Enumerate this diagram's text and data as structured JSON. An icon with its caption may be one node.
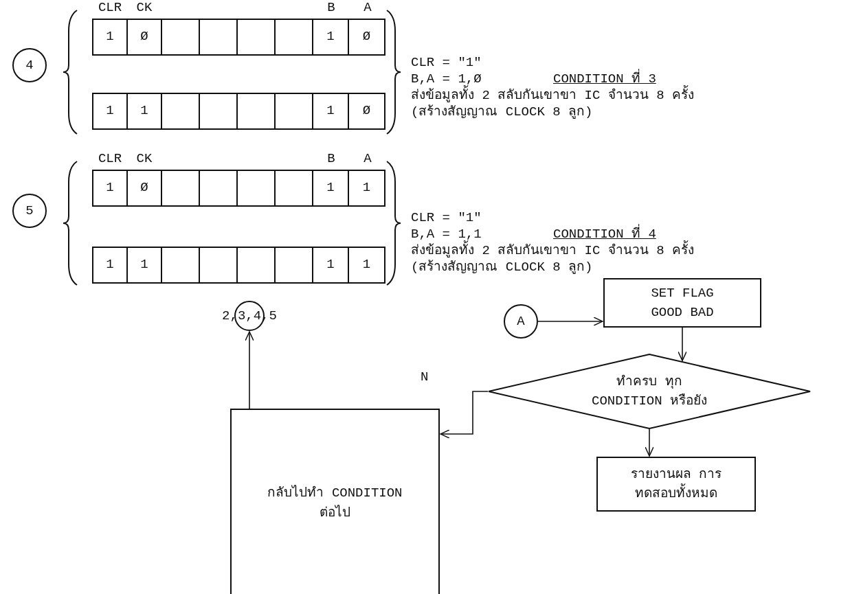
{
  "diagram": {
    "nodes": [
      {
        "text": [
          "4"
        ]
      },
      {
        "text": [
          "5"
        ]
      },
      {
        "text": [
          "A"
        ]
      },
      {
        "text": [
          "SET FLAG GOOD BAD"
        ]
      },
      {
        "text": [
          "ทำครบ ทุก CONDITION หรือยัง"
        ]
      },
      {
        "text": [
          "รายงานผล การทดสอบทั้งหมด"
        ]
      },
      {
        "text": [
          "กลับไปทำ CONDITION ต่อไป"
        ]
      },
      {
        "text": [
          "2,3,4,5"
        ]
      }
    ],
    "edges": [
      {
        "from": 2,
        "to": 3,
        "arrow": "to"
      },
      {
        "from": 3,
        "to": 4,
        "arrow": "to"
      },
      {
        "from": 4,
        "to": 5,
        "arrow": "to"
      },
      {
        "from": 4,
        "to": 6,
        "arrow": "to",
        "label": "N"
      },
      {
        "from": 6,
        "to": 7,
        "arrow": "to"
      }
    ],
    "labels": [
      "CLR",
      "CK",
      "B",
      "A",
      "1",
      "Ø",
      "1",
      "Ø",
      "1",
      "1",
      "1",
      "Ø",
      "CLR = \"1\"",
      "B,A = 1,Ø",
      "CONDITION ที่ 3",
      "ส่งข้อมูลทั้ง 2 สลับกันเขาขา IC จำนวน 8 ครั้ง",
      "(สร้างสัญญาณ CLOCK 8 ลูก)",
      "CLR",
      "CK",
      "B",
      "A",
      "1",
      "Ø",
      "1",
      "1",
      "1",
      "1",
      "1",
      "1",
      "CLR = \"1\"",
      "B,A = 1,1",
      "CONDITION ที่ 4",
      "ส่งข้อมูลทั้ง 2 สลับกันเขาขา IC จำนวน 8 ครั้ง",
      "(สร้างสัญญาณ CLOCK 8 ลูก)"
    ]
  }
}
